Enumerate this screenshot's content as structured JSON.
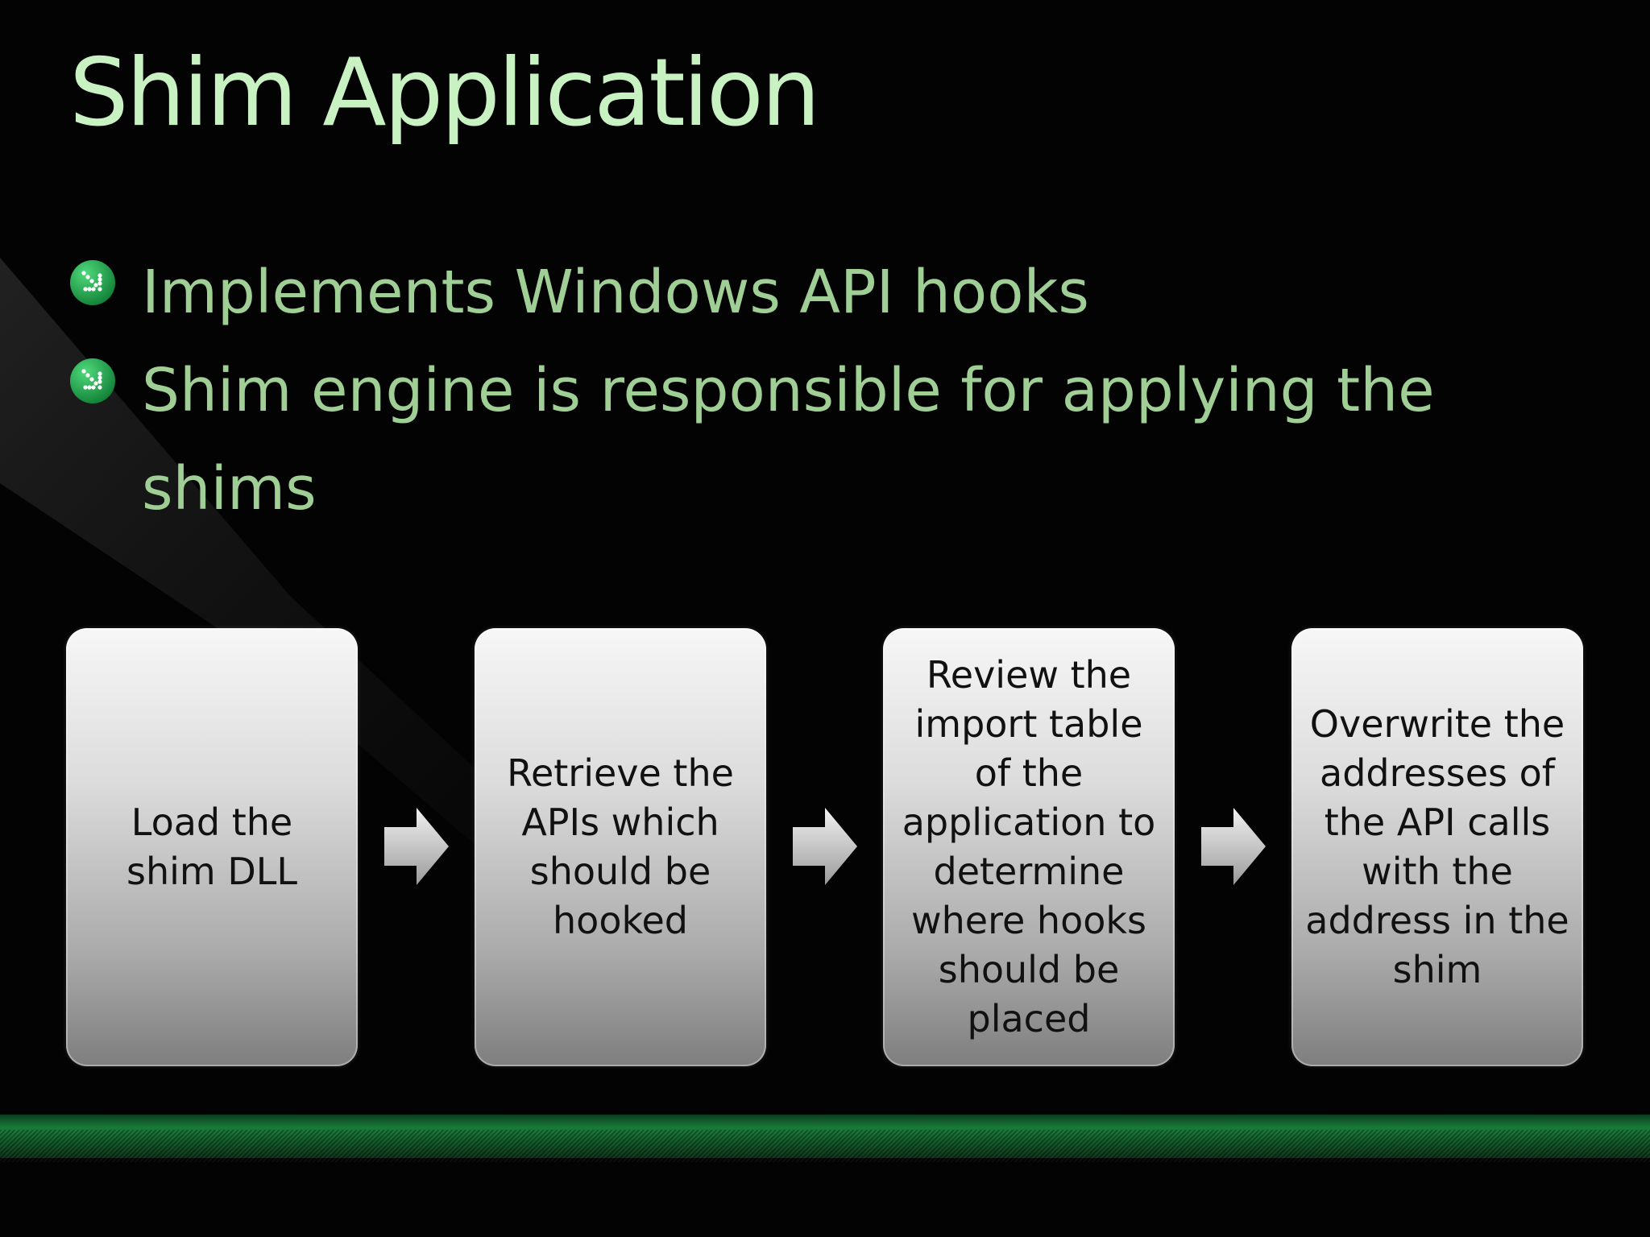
{
  "slide": {
    "title": "Shim Application",
    "bullets": [
      {
        "text": "Implements Windows API hooks",
        "icon": "arrow-down-right-icon"
      },
      {
        "text": "Shim engine is responsible for applying the shims",
        "icon": "arrow-down-right-icon"
      }
    ]
  },
  "process": {
    "steps": [
      {
        "label": "Load the shim DLL"
      },
      {
        "label": "Retrieve the APIs which should be hooked"
      },
      {
        "label": "Review the import table of the application to determine where hooks should be placed"
      },
      {
        "label": "Overwrite the addresses of the API calls with the address in the shim"
      }
    ]
  },
  "colors": {
    "title": "#c9f2c3",
    "bullet_text": "#9fcf95",
    "bullet_icon": "#1fa34a",
    "footer_band": "#1a7a3a"
  }
}
